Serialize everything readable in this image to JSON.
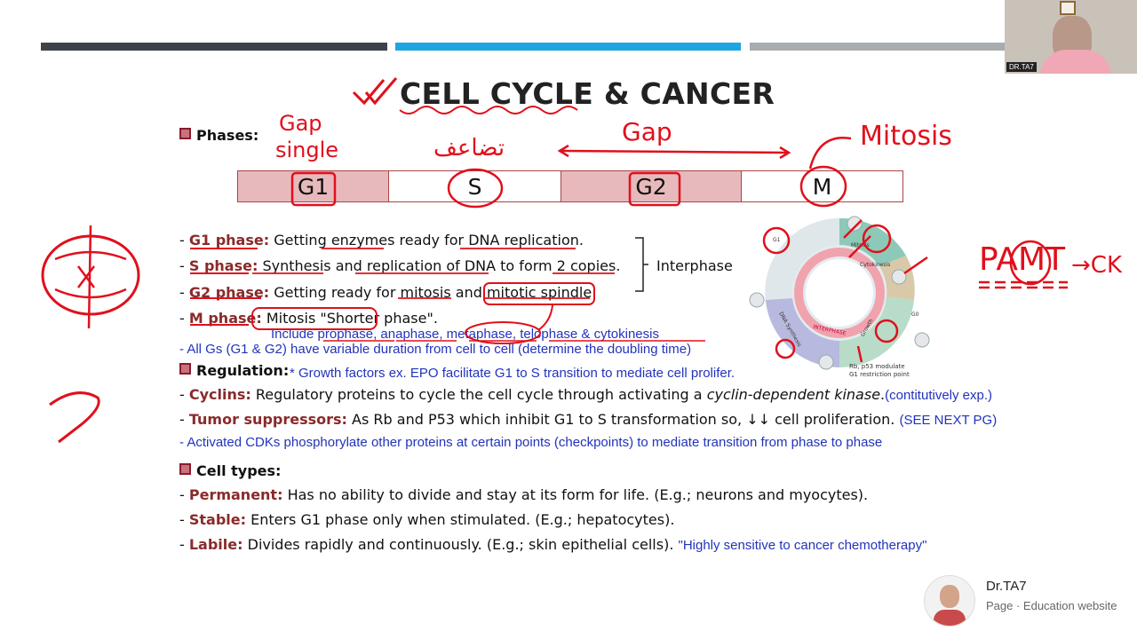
{
  "slide": {
    "title": "CELL CYCLE & CANCER",
    "phases_heading": "Phases:",
    "phase_boxes": [
      "G1",
      "S",
      "G2",
      "M"
    ],
    "interphase_label": "Interphase",
    "phase_lines": [
      {
        "term": "G1 phase:",
        "text": " Getting enzymes ready for DNA replication."
      },
      {
        "term": "S phase:",
        "text": " Synthesis and replication of DNA to form 2 copies."
      },
      {
        "term": "G2 phase:",
        "text": " Getting ready for mitosis and mitotic spindle"
      },
      {
        "term": "M phase:",
        "text": " Mitosis \"Shorter phase\"."
      }
    ],
    "mitosis_note": "Include prophase, anaphase, metaphase, telophase & cytokinesis",
    "gs_note": "- All Gs (G1 & G2) have variable duration from cell to cell (determine the doubling time)",
    "regulation_heading": "Regulation:",
    "growth_note": "* Growth factors ex. EPO facilitate G1 to S transition to mediate cell prolifer.",
    "cyclins_term": "Cyclins:",
    "cyclins_text": " Regulatory proteins to cycle the cell cycle through activating a ",
    "cyclins_italic": "cyclin-dependent kinase",
    "cyclins_end": ".",
    "cyclins_note": "(contitutively exp.)",
    "tumor_term": "Tumor suppressors:",
    "tumor_text": " As Rb and P53 which inhibit G1 to S transformation so, ↓↓ cell proliferation.",
    "tumor_note": "(SEE NEXT PG)",
    "cdk_note": "- Activated CDKs phosphorylate other proteins at certain points (checkpoints) to mediate transition from phase to phase",
    "celltypes_heading": "Cell types:",
    "permanent_term": "Permanent:",
    "permanent_text": " Has no ability to divide and stay at its form for life. (E.g.; neurons and myocytes).",
    "stable_term": "Stable:",
    "stable_text": " Enters G1 phase only when stimulated. (E.g.; hepatocytes).",
    "labile_term": "Labile:",
    "labile_text": " Divides rapidly and continuously. (E.g.; skin epithelial cells).",
    "labile_note": "\"Highly sensitive to cancer chemotherapy\""
  },
  "diagram": {
    "ring_label": "INTERPHASE",
    "labels": [
      "Mitosis",
      "Cytokinesis",
      "G0",
      "DNA Synthesis",
      "Growth",
      "G1",
      "Rb, p53 modulate",
      "G1 restriction point"
    ]
  },
  "annotations": {
    "gap_single": [
      "Gap",
      "single"
    ],
    "arabic": "تضاعف",
    "gap": "Gap",
    "mitosis": "Mitosis",
    "pamt": "PAMT",
    "ck": "→CK"
  },
  "webcam": {
    "label": "DR.TA7"
  },
  "page_badge": {
    "name": "Dr.TA7",
    "subtitle": "Page · Education website"
  },
  "colors": {
    "bar_dark": "#3d4349",
    "bar_blue": "#1fa6e0",
    "bar_gray": "#a8acaf",
    "accent_red": "#8a2a2a",
    "ink": "#e0101c",
    "note_blue": "#2233bb"
  }
}
